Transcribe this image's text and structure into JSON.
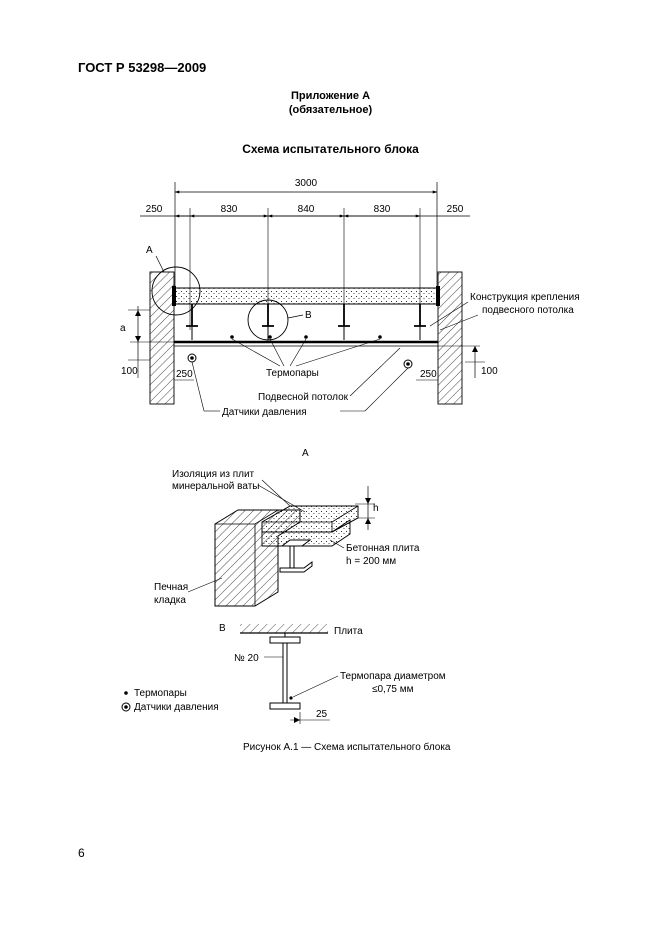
{
  "header": {
    "standard": "ГОСТ Р 53298—2009"
  },
  "appendix": {
    "title": "Приложение А",
    "note": "(обязательное)"
  },
  "scheme": {
    "title": "Схема испытательного блока"
  },
  "figure_main": {
    "dims": {
      "total": "3000",
      "side_left": "250",
      "side_right": "250",
      "span1": "830",
      "span2": "840",
      "span3": "830",
      "a": "а",
      "h100_left": "100",
      "h100_right": "100",
      "offset_left": "250",
      "offset_right": "250"
    },
    "callout_a": "А",
    "callout_b": "В",
    "labels": {
      "mount_line1": "Конструкция крепления",
      "mount_line2": "подвесного потолка",
      "thermocouples": "Термопары",
      "ceiling": "Подвесной потолок",
      "pressure": "Датчики давления"
    }
  },
  "detail_a": {
    "title": "А",
    "insulation_line1": "Изоляция из плит",
    "insulation_line2": "минеральной ваты",
    "h": "h",
    "slab_line1": "Бетонная плита",
    "slab_line2": "h = 200 мм",
    "masonry_line1": "Печная",
    "masonry_line2": "кладка"
  },
  "detail_b": {
    "title": "В",
    "plate": "Плита",
    "beam": "№ 20",
    "tc_line1": "Термопара диаметром",
    "tc_line2": "≤0,75 мм",
    "dim": "25"
  },
  "legend": {
    "thermocouples": "Термопары",
    "pressure": "Датчики давления"
  },
  "caption": "Рисунок А.1 — Схема испытательного блока",
  "page_number": "6"
}
